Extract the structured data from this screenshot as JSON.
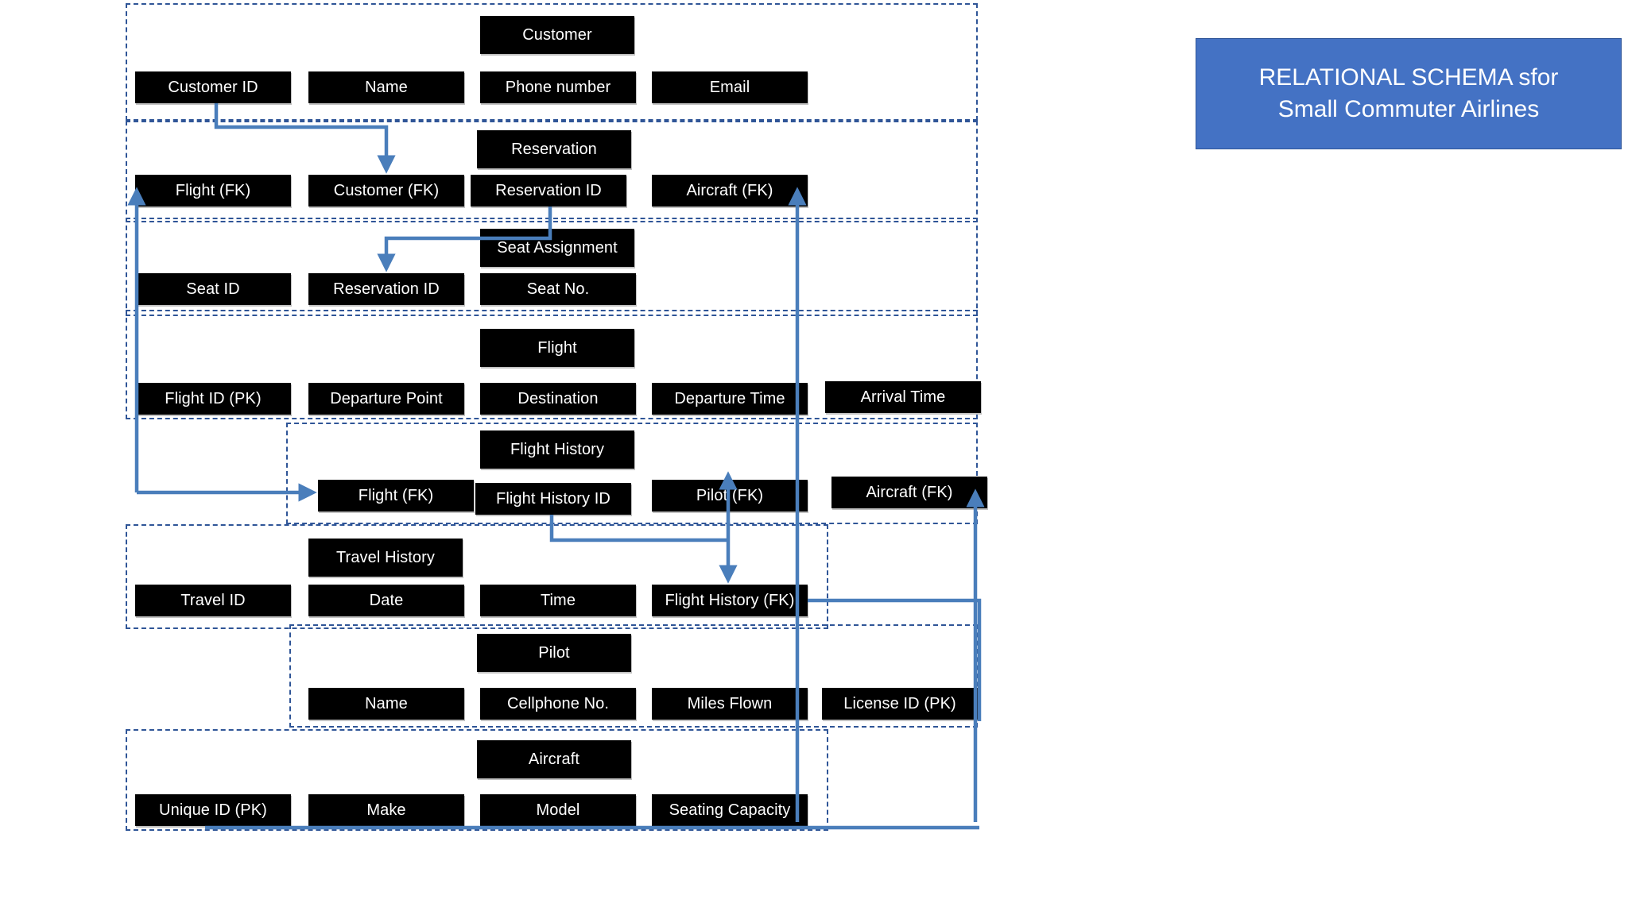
{
  "title_banner": {
    "line1": "RELATIONAL SCHEMA sfor",
    "line2": "Small Commuter Airlines",
    "fill_color": "#4472c4",
    "text_color": "#ffffff"
  },
  "theme": {
    "plate_fill": "#000000",
    "plate_text": "#ffffff",
    "entity_border": "#2f5597",
    "connector_color": "#4a7ebb",
    "page_background": "#ffffff"
  },
  "diagram": {
    "type": "relational-schema",
    "entities": [
      {
        "id": "customer",
        "title": "Customer",
        "attributes": [
          "Customer ID",
          "Name",
          "Phone number",
          "Email"
        ]
      },
      {
        "id": "reservation",
        "title": "Reservation",
        "attributes": [
          "Flight (FK)",
          "Customer (FK)",
          "Reservation ID",
          "Aircraft (FK)"
        ]
      },
      {
        "id": "seat_assignment",
        "title": "Seat Assignment",
        "attributes": [
          "Seat ID",
          "Reservation ID",
          "Seat No."
        ]
      },
      {
        "id": "flight",
        "title": "Flight",
        "attributes": [
          "Flight ID (PK)",
          "Departure Point",
          "Destination",
          "Departure  Time",
          "Arrival Time"
        ]
      },
      {
        "id": "flight_history",
        "title": "Flight History",
        "attributes": [
          "Flight (FK)",
          "Flight History ID",
          "Pilot (FK)",
          "Aircraft (FK)"
        ]
      },
      {
        "id": "travel_history",
        "title": "Travel History",
        "attributes": [
          "Travel ID",
          "Date",
          "Time",
          "Flight History (FK)"
        ]
      },
      {
        "id": "pilot",
        "title": "Pilot",
        "attributes": [
          "Name",
          "Cellphone No.",
          "Miles Flown",
          "License ID (PK)"
        ]
      },
      {
        "id": "aircraft",
        "title": "Aircraft",
        "attributes": [
          "Unique ID (PK)",
          "Make",
          "Model",
          "Seating Capacity"
        ]
      }
    ],
    "relationships": [
      {
        "from": "Customer ID",
        "to": "Customer (FK)"
      },
      {
        "from": "Reservation ID",
        "to": "Reservation ID"
      },
      {
        "from": "Flight History",
        "to": "Flight (FK)"
      },
      {
        "from": "Flight History",
        "to": "Flight (FK) / Reservation"
      },
      {
        "from": "Flight History ID",
        "to": "Pilot (FK)"
      },
      {
        "from": "Flight History ID",
        "to": "Flight History (FK)"
      },
      {
        "from": "Aircraft",
        "to": "Aircraft (FK) / Reservation"
      },
      {
        "from": "License ID (PK)",
        "to": "Aircraft (FK) / Flight History"
      }
    ]
  }
}
